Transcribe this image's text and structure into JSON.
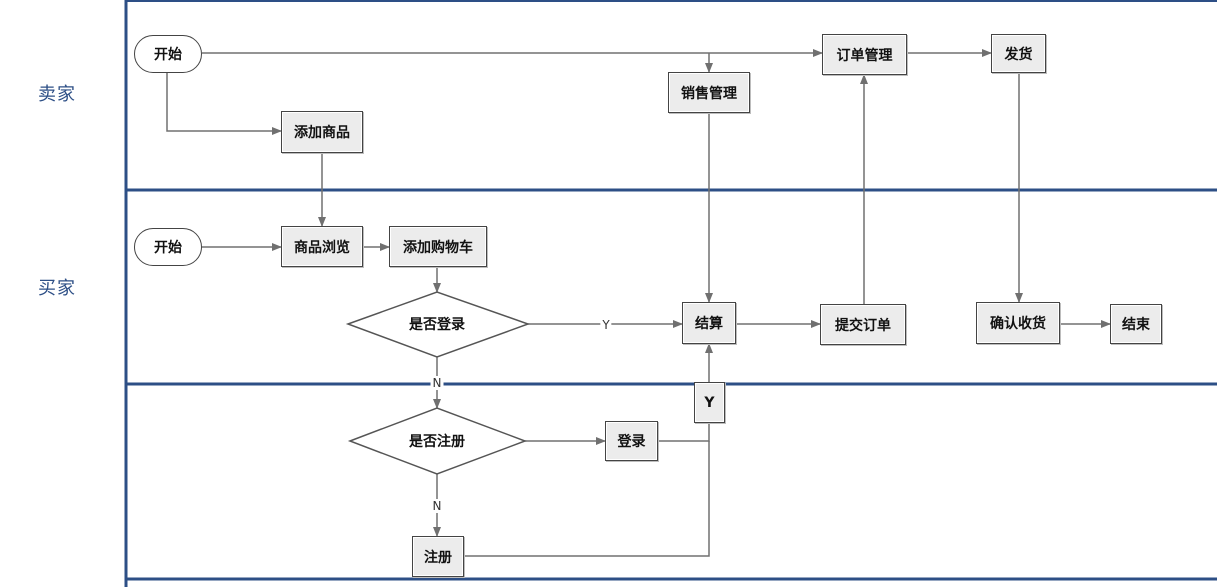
{
  "lanes": {
    "seller": "卖家",
    "buyer": "买家"
  },
  "nodes": {
    "seller_start": "开始",
    "add_product": "添加商品",
    "sales_mgmt": "销售管理",
    "order_mgmt": "订单管理",
    "ship": "发货",
    "buyer_start": "开始",
    "browse": "商品浏览",
    "add_cart": "添加购物车",
    "logged_in_q": "是否登录",
    "checkout": "结算",
    "submit_order": "提交订单",
    "confirm_receipt": "确认收货",
    "end": "结束",
    "registered_q": "是否注册",
    "login": "登录",
    "register": "注册"
  },
  "edge_labels": {
    "login_yes": "Y",
    "login_no": "N",
    "register_no": "N",
    "to_checkout_yes": "Y"
  },
  "colors": {
    "lane_line": "#2d4f86",
    "connector": "#707070",
    "box_fill": "#ececec"
  }
}
